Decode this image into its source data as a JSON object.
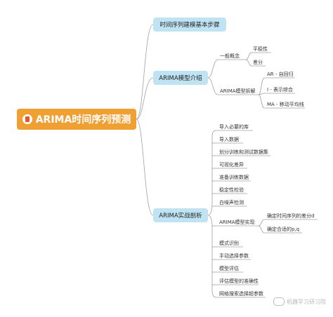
{
  "root": {
    "label": "ARIMA时间序列预测"
  },
  "branches": [
    {
      "label": "时间序列建模基本步骤"
    },
    {
      "label": "ARIMA模型介绍",
      "children": [
        {
          "label": "一般概念",
          "children": [
            {
              "label": "平稳性"
            },
            {
              "label": "差分"
            }
          ]
        },
        {
          "label": "ARIMA模型拆解",
          "children": [
            {
              "label": "AR - 自回归"
            },
            {
              "label": "I - 表示综合"
            },
            {
              "label": "MA - 移动平均线"
            }
          ]
        }
      ]
    },
    {
      "label": "ARIMA实战剖析",
      "children": [
        {
          "label": "导入必要的库"
        },
        {
          "label": "导入数据"
        },
        {
          "label": "划分训练和测试数据集"
        },
        {
          "label": "可视化差异"
        },
        {
          "label": "准备训练数据"
        },
        {
          "label": "稳定性检验"
        },
        {
          "label": "白噪声检测"
        },
        {
          "label": "ARIMA模型实现",
          "children": [
            {
              "label": "确定时间序列的差分d"
            },
            {
              "label": "确定合适的p,q"
            }
          ]
        },
        {
          "label": "模式识别"
        },
        {
          "label": "手动选择参数"
        },
        {
          "label": "模型评估"
        },
        {
          "label": "评估模型的准确性"
        },
        {
          "label": "网格搜索选择超参数"
        }
      ]
    }
  ],
  "watermark": {
    "text": "机器学习研习院",
    "icon": "wechat-icon"
  },
  "colors": {
    "root": "#f0a033",
    "branch": "#bfe3f3",
    "line": "#a0a0a0"
  }
}
